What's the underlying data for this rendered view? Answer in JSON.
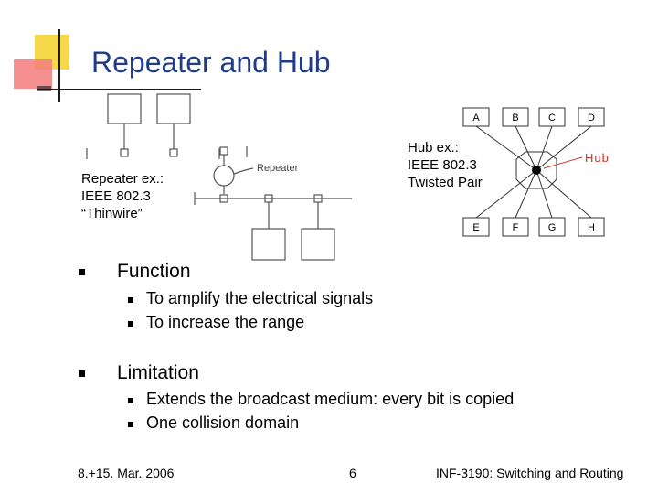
{
  "slide": {
    "title": "Repeater and Hub",
    "repeater_caption": [
      "Repeater ex.:",
      "IEEE 802.3",
      "“Thinwire”"
    ],
    "hub_caption": [
      "Hub ex.:",
      "IEEE 802.3",
      "Twisted Pair"
    ],
    "diagram": {
      "repeater_label": "Repeater",
      "hub_label": "Hub",
      "hub_nodes_top": [
        "A",
        "B",
        "C",
        "D"
      ],
      "hub_nodes_bottom": [
        "E",
        "F",
        "G",
        "H"
      ]
    },
    "bullets": [
      {
        "text": "Function",
        "sub": [
          "To amplify the electrical signals",
          "To increase the range"
        ]
      },
      {
        "text": "Limitation",
        "sub": [
          "Extends the broadcast medium: every bit is copied",
          "One collision domain"
        ]
      }
    ],
    "footer": {
      "date": "8.+15. Mar. 2006",
      "page": "6",
      "course": "INF-3190: Switching and Routing"
    }
  },
  "colors": {
    "title": "#1f3b8a",
    "deco_yellow": "#f5d94a",
    "deco_red": "#f26b6b",
    "deco_line": "#1a1a1a"
  }
}
